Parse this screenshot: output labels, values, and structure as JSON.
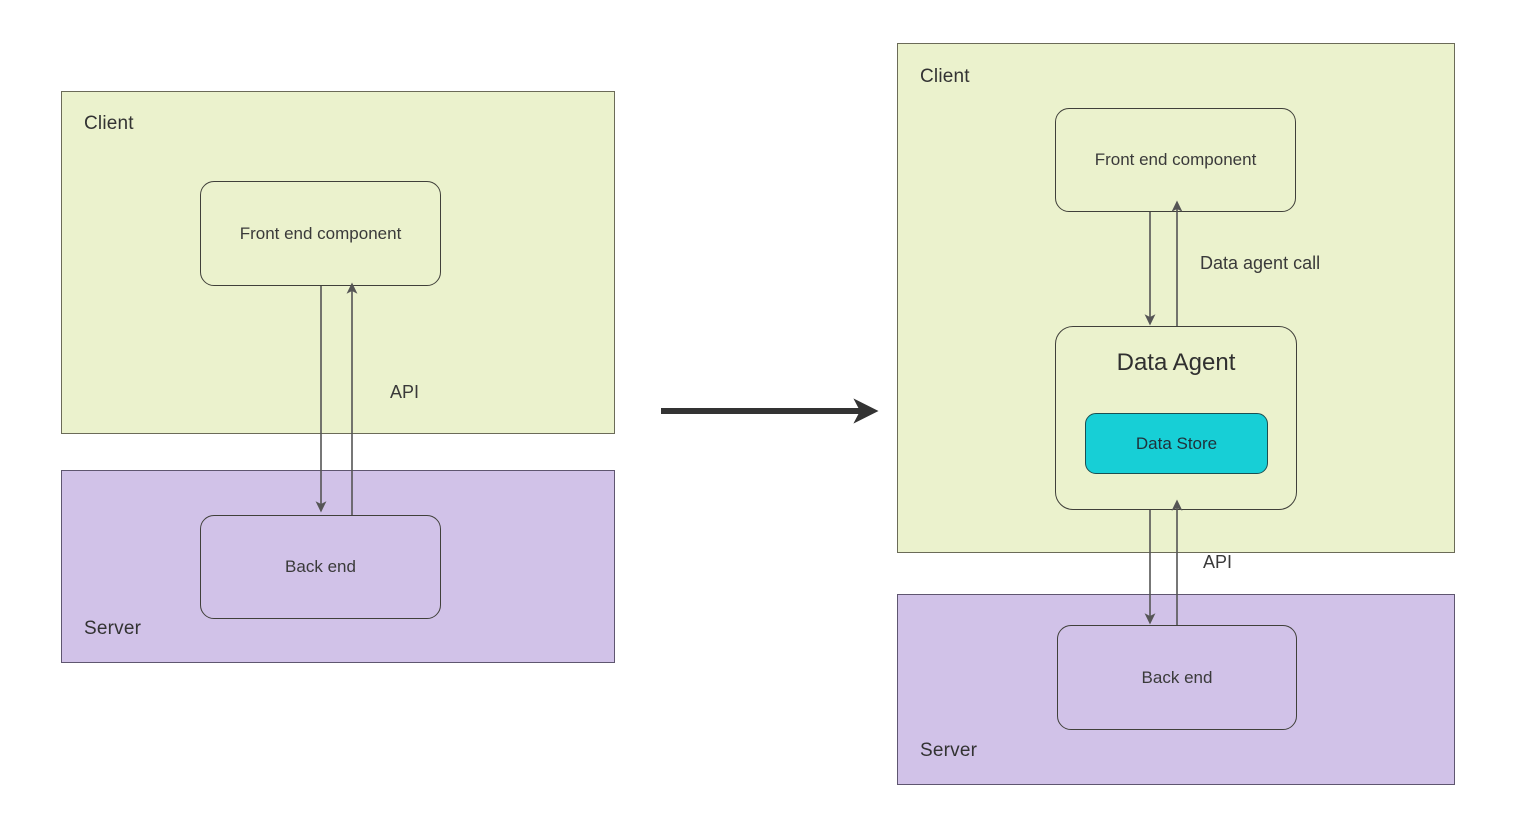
{
  "diagram": {
    "title_present": false,
    "left": {
      "client_zone": {
        "label": "Client",
        "fill": "#ebf2cd"
      },
      "server_zone": {
        "label": "Server",
        "fill": "#d1c2e8"
      },
      "frontend_node": {
        "label": "Front end component"
      },
      "backend_node": {
        "label": "Back end"
      },
      "api_edge_label": "API"
    },
    "transform_arrow": {
      "name": "transformation-arrow",
      "direction": "right"
    },
    "right": {
      "client_zone": {
        "label": "Client",
        "fill": "#ebf2cd"
      },
      "server_zone": {
        "label": "Server",
        "fill": "#d1c2e8"
      },
      "frontend_node": {
        "label": "Front end component"
      },
      "agent_node": {
        "label": "Data Agent"
      },
      "store_node": {
        "label": "Data Store",
        "fill": "#17cfd6"
      },
      "backend_node": {
        "label": "Back end"
      },
      "agent_edge_label": "Data agent call",
      "api_edge_label": "API"
    }
  }
}
